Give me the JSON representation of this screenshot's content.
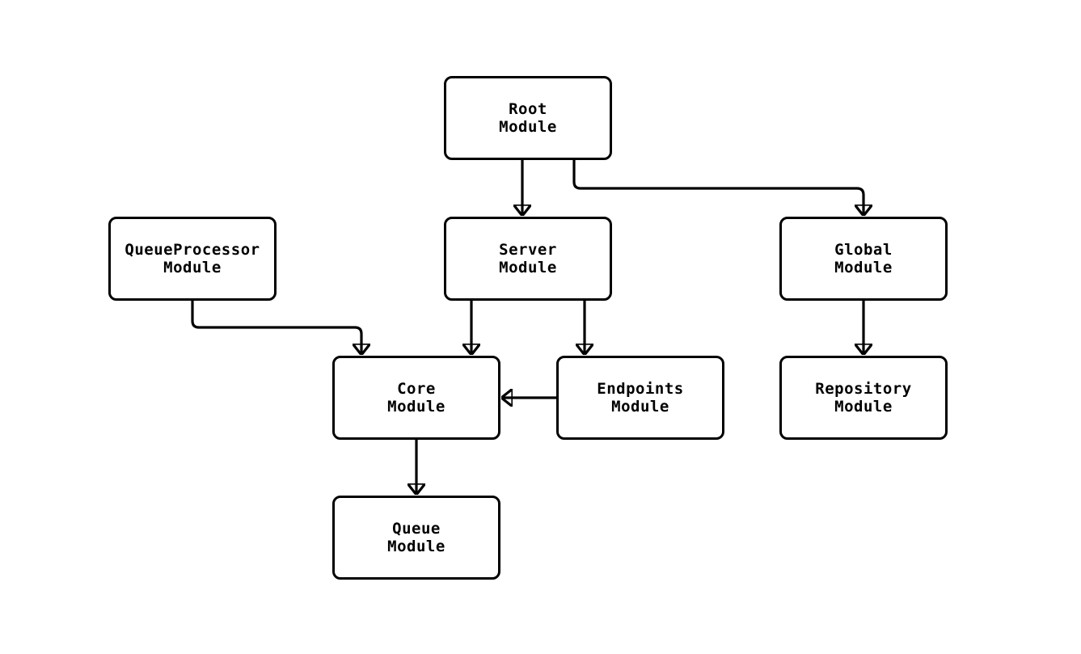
{
  "diagram": {
    "type": "module-dependency-graph",
    "background_color": "#ffffff",
    "node_fill_color": "#ffffff",
    "stroke_color": "#000000",
    "nodes": {
      "root": {
        "label": "Root\nModule"
      },
      "server": {
        "label": "Server\nModule"
      },
      "queueprocessor": {
        "label": "QueueProcessor\nModule"
      },
      "global": {
        "label": "Global\nModule"
      },
      "core": {
        "label": "Core\nModule"
      },
      "endpoints": {
        "label": "Endpoints\nModule"
      },
      "repository": {
        "label": "Repository\nModule"
      },
      "queue": {
        "label": "Queue\nModule"
      }
    },
    "edges": [
      {
        "from": "Root Module",
        "to": "Server Module"
      },
      {
        "from": "Root Module",
        "to": "Global Module"
      },
      {
        "from": "QueueProcessor Module",
        "to": "Core Module"
      },
      {
        "from": "Server Module",
        "to": "Core Module"
      },
      {
        "from": "Server Module",
        "to": "Endpoints Module"
      },
      {
        "from": "Endpoints Module",
        "to": "Core Module"
      },
      {
        "from": "Global Module",
        "to": "Repository Module"
      },
      {
        "from": "Core Module",
        "to": "Queue Module"
      }
    ]
  }
}
